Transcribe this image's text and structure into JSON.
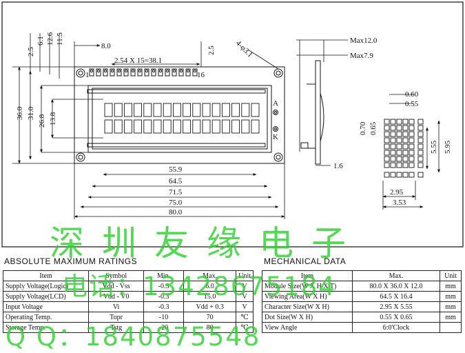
{
  "drawing": {
    "dims_left": [
      "2.5",
      "6.1",
      "12.6",
      "11.5",
      "36.0",
      "31.0",
      "26.8",
      "13.8"
    ],
    "dim_top_8": "8.0",
    "dim_pitch": "2.54 X 15=38.1",
    "dim_top_right": "2.5",
    "hole_spec": "4-φ3.1",
    "pin_first": "1",
    "pin_last": "16",
    "label_A": "A",
    "label_K": "K",
    "dims_bottom": [
      "55.9",
      "64.5",
      "71.5",
      "75.0",
      "80.0"
    ],
    "side_max12": "Max12.0",
    "side_max79": "Max7.9",
    "side_16": "1.6",
    "char_060": "0.60",
    "char_055": "0.55",
    "char_070": "0.70",
    "char_065": "0.65",
    "char_555": "5.55",
    "char_595": "5.95",
    "char_295": "2.95",
    "char_353": "3.53"
  },
  "absolute": {
    "title": "ABSOLUTE  MAXIMUM  RATINGS",
    "headers": [
      "Item",
      "Symbol",
      "Min.",
      "Max.",
      "Unit"
    ],
    "rows": [
      [
        "Supply Voltage(Logic)",
        "Vdd - Vss",
        "-0.3",
        "6.0",
        "V"
      ],
      [
        "Supply Voltage(LCD)",
        "Vdd - V0",
        "-0.3",
        "15.0",
        "V"
      ],
      [
        "Input  Voltage",
        "Vi",
        "-0.3",
        "Vdd + 0.3",
        "V"
      ],
      [
        "Operating  Temp.",
        "Topr",
        "-10",
        "70",
        "℃"
      ],
      [
        "Storage  Temp.",
        "Tstg",
        "-20",
        "80",
        "℃"
      ]
    ]
  },
  "mechanical": {
    "title": "MECHANICAL  DATA",
    "headers": [
      "Item",
      "Max.",
      "Unit"
    ],
    "rows": [
      [
        "Module  Size(W X H X T)",
        "80.0  X  36.0  X  12.0",
        "mm"
      ],
      [
        "Viewing  Area(W X H)",
        "64.5 X 16.4",
        "mm"
      ],
      [
        "Character  Size(W X H)",
        "2.95 X 5.55",
        "mm"
      ],
      [
        "Dot  Size(W X H)",
        "0.55 X 0.65",
        "mm"
      ],
      [
        "View  Angle",
        "6:0'Clock",
        ""
      ]
    ]
  },
  "watermark": {
    "line1": "深圳友缘电子",
    "line2": "电话：13428675184",
    "line3": "Q Q：1840875548"
  },
  "colors": {
    "watermark": "#2fd12f",
    "ink": "#111111"
  }
}
